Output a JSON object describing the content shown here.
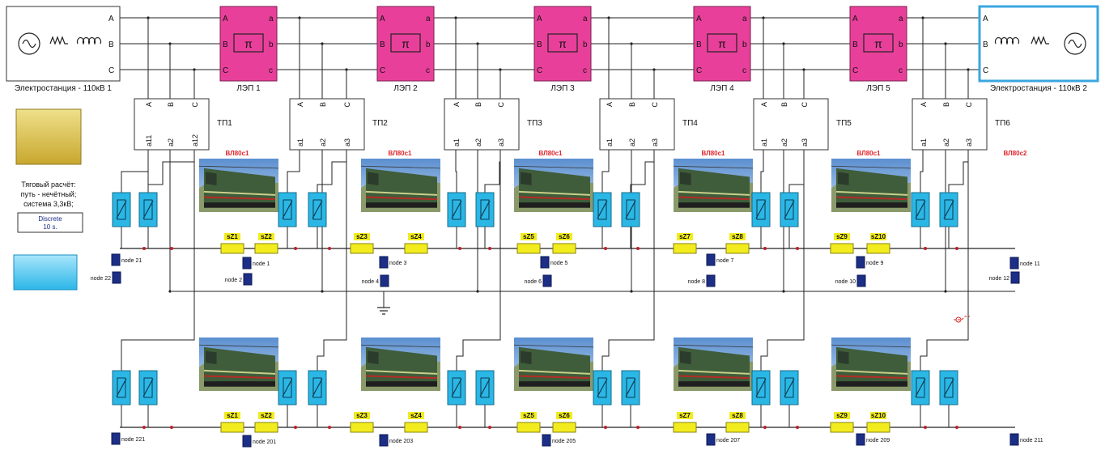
{
  "sources": [
    {
      "label": "Электростанция - 110кВ 1",
      "ports": [
        "A",
        "B",
        "C"
      ]
    },
    {
      "label": "Электростанция - 110кВ 2",
      "ports": [
        "A",
        "B",
        "C"
      ]
    }
  ],
  "lines": [
    {
      "label": "ЛЭП 1",
      "symbol": "π",
      "in_ports": [
        "A",
        "B",
        "C"
      ],
      "out_ports": [
        "a",
        "b",
        "c"
      ]
    },
    {
      "label": "ЛЭП 2",
      "symbol": "π",
      "in_ports": [
        "A",
        "B",
        "C"
      ],
      "out_ports": [
        "a",
        "b",
        "c"
      ]
    },
    {
      "label": "ЛЭП 3",
      "symbol": "π",
      "in_ports": [
        "A",
        "B",
        "C"
      ],
      "out_ports": [
        "a",
        "b",
        "c"
      ]
    },
    {
      "label": "ЛЭП 4",
      "symbol": "π",
      "in_ports": [
        "A",
        "B",
        "C"
      ],
      "out_ports": [
        "a",
        "b",
        "c"
      ]
    },
    {
      "label": "ЛЭП 5",
      "symbol": "π",
      "in_ports": [
        "A",
        "B",
        "C"
      ],
      "out_ports": [
        "a",
        "b",
        "c"
      ]
    }
  ],
  "substations": [
    {
      "label": "ТП1",
      "top": [
        "A",
        "B",
        "C"
      ],
      "bottom": [
        "a11",
        "a2",
        "a12"
      ]
    },
    {
      "label": "ТП2",
      "top": [
        "A",
        "B",
        "C"
      ],
      "bottom": [
        "a1",
        "a2",
        "a3"
      ]
    },
    {
      "label": "ТП3",
      "top": [
        "A",
        "B",
        "C"
      ],
      "bottom": [
        "a1",
        "a2",
        "a3"
      ]
    },
    {
      "label": "ТП4",
      "top": [
        "A",
        "B",
        "C"
      ],
      "bottom": [
        "a1",
        "a2",
        "a3"
      ]
    },
    {
      "label": "ТП5",
      "top": [
        "A",
        "B",
        "C"
      ],
      "bottom": [
        "a1",
        "a2",
        "a3"
      ]
    },
    {
      "label": "ТП6",
      "top": [
        "A",
        "B",
        "C"
      ],
      "bottom": [
        "a1",
        "a2",
        "a3"
      ]
    }
  ],
  "locomotive_labels": [
    "ВЛ80с1",
    "ВЛ80с1",
    "ВЛ80с1",
    "ВЛ80с1",
    "ВЛ80с1",
    "ВЛ80с2"
  ],
  "info_text": [
    "Тяговый расчёт:",
    "путь - нечётный;",
    "система 3,3кВ;"
  ],
  "powergui": {
    "line1": "Discrete",
    "line2": "10 s."
  },
  "track1": {
    "impedances": [
      "sZ1",
      "sZ2",
      "sZ3",
      "sZ4",
      "sZ5",
      "sZ6",
      "sZ7",
      "sZ8",
      "sZ9",
      "sZ10"
    ],
    "nodes": [
      "node 21",
      "node 22",
      "node 1",
      "node 2",
      "node 3",
      "node 4",
      "node 5",
      "node 6",
      "node 7",
      "node 8",
      "node 9",
      "node 10",
      "node 11",
      "node 12"
    ]
  },
  "track2": {
    "impedances": [
      "sZ1",
      "sZ2",
      "sZ3",
      "sZ4",
      "sZ5",
      "sZ6",
      "sZ7",
      "sZ8",
      "sZ9",
      "sZ10"
    ],
    "nodes": [
      "node 221",
      "node 201",
      "node 203",
      "node 205",
      "node 207",
      "node 209",
      "node 211"
    ]
  },
  "colors": {
    "line_block": "#e8409a",
    "source_highlight": "#3aa6e0",
    "impedance": "#f2ec1e",
    "switch_block": "#2ab7e6",
    "node_block": "#1c2e86",
    "loco_label": "#e0242b",
    "wire": "#222222",
    "gold_block_top": "#efe08a",
    "gold_block_bottom": "#c8a72e",
    "blue_block_top": "#a8e6fb",
    "blue_block_bottom": "#2bb6e8"
  }
}
